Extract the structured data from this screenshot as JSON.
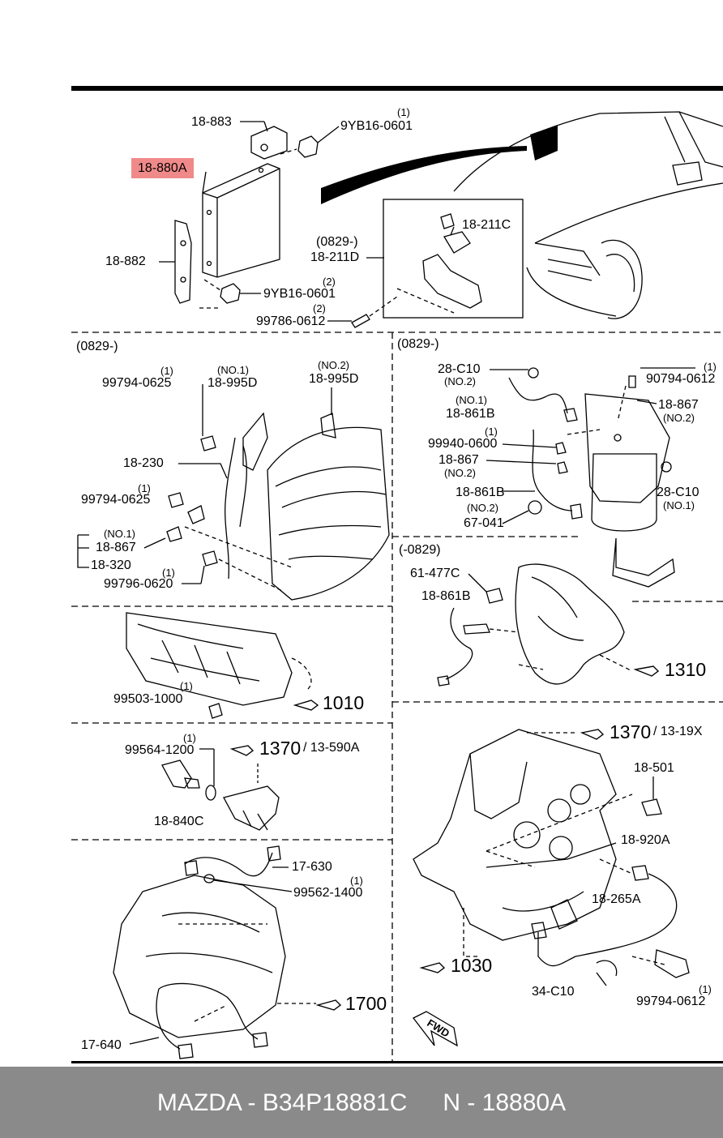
{
  "labels": {
    "p1_883": "18-883",
    "p1_9yb_top_q": "(1)",
    "p1_9yb_top": "9YB16-0601",
    "p1_880a": "18-880A",
    "p1_882": "18-882",
    "p1_9yb_bot_q": "(2)",
    "p1_9yb_bot": "9YB16-0601",
    "p1_99786_q": "(2)",
    "p1_99786": "99786-0612",
    "p1_211c": "18-211C",
    "p1_date": "(0829-)",
    "p1_211d": "18-211D",
    "p2_date": "(0829-)",
    "p2_0625a_q": "(1)",
    "p2_0625a": "99794-0625",
    "p2_no1": "(NO.1)",
    "p2_995d_1": "18-995D",
    "p2_no2": "(NO.2)",
    "p2_995d_2": "18-995D",
    "p2_230": "18-230",
    "p2_0625b_q": "(1)",
    "p2_0625b": "99794-0625",
    "p2_no1b": "(NO.1)",
    "p2_867": "18-867",
    "p2_320": "18-320",
    "p2_0620_q": "(1)",
    "p2_0620": "99796-0620",
    "p3_date": "(0829-)",
    "p3_28c10_a": "28-C10",
    "p3_28c10_a_no": "(NO.2)",
    "p3_0612_q": "(1)",
    "p3_0612": "90794-0612",
    "p3_861b_no": "(NO.1)",
    "p3_861b": "18-861B",
    "p3_867_a": "18-867",
    "p3_867_a_no": "(NO.2)",
    "p3_0600_q": "(1)",
    "p3_0600": "99940-0600",
    "p3_867_b": "18-867",
    "p3_867_b_no": "(NO.2)",
    "p3_861b_b": "18-861B",
    "p3_28c10_b": "28-C10",
    "p3_28c10_b_no": "(NO.1)",
    "p3_861b_b_no": "(NO.2)",
    "p3_67041": "67-041",
    "p4_date": "(-0829)",
    "p4_477c": "61-477C",
    "p4_861b": "18-861B",
    "p4_ref": "1310",
    "p5_99503": "99503-1000",
    "p5_q": "(1)",
    "p5_ref": "1010",
    "p6_99564_q": "(1)",
    "p6_99564": "99564-1200",
    "p6_ref": "1370",
    "p6_ref2": "/ 13-590A",
    "p6_840c": "18-840C",
    "p7_ref": "1370",
    "p7_ref2": "/ 13-19X",
    "p7_501": "18-501",
    "p7_920a": "18-920A",
    "p7_265a": "18-265A",
    "p7_ref3": "1030",
    "p7_34c10": "34-C10",
    "p7_0612_q": "(1)",
    "p7_0612": "99794-0612",
    "p7_fwd": "FWD",
    "p8_630": "17-630",
    "p8_1400_q": "(1)",
    "p8_1400": "99562-1400",
    "p8_ref": "1700",
    "p8_640": "17-640"
  },
  "footer": {
    "brand_part": "MAZDA - B34P18881C",
    "n_part": "N - 18880A"
  },
  "colors": {
    "highlight": "#f08a8a",
    "footer_bg": "#8a8a8a",
    "footer_text": "#ffffff"
  }
}
